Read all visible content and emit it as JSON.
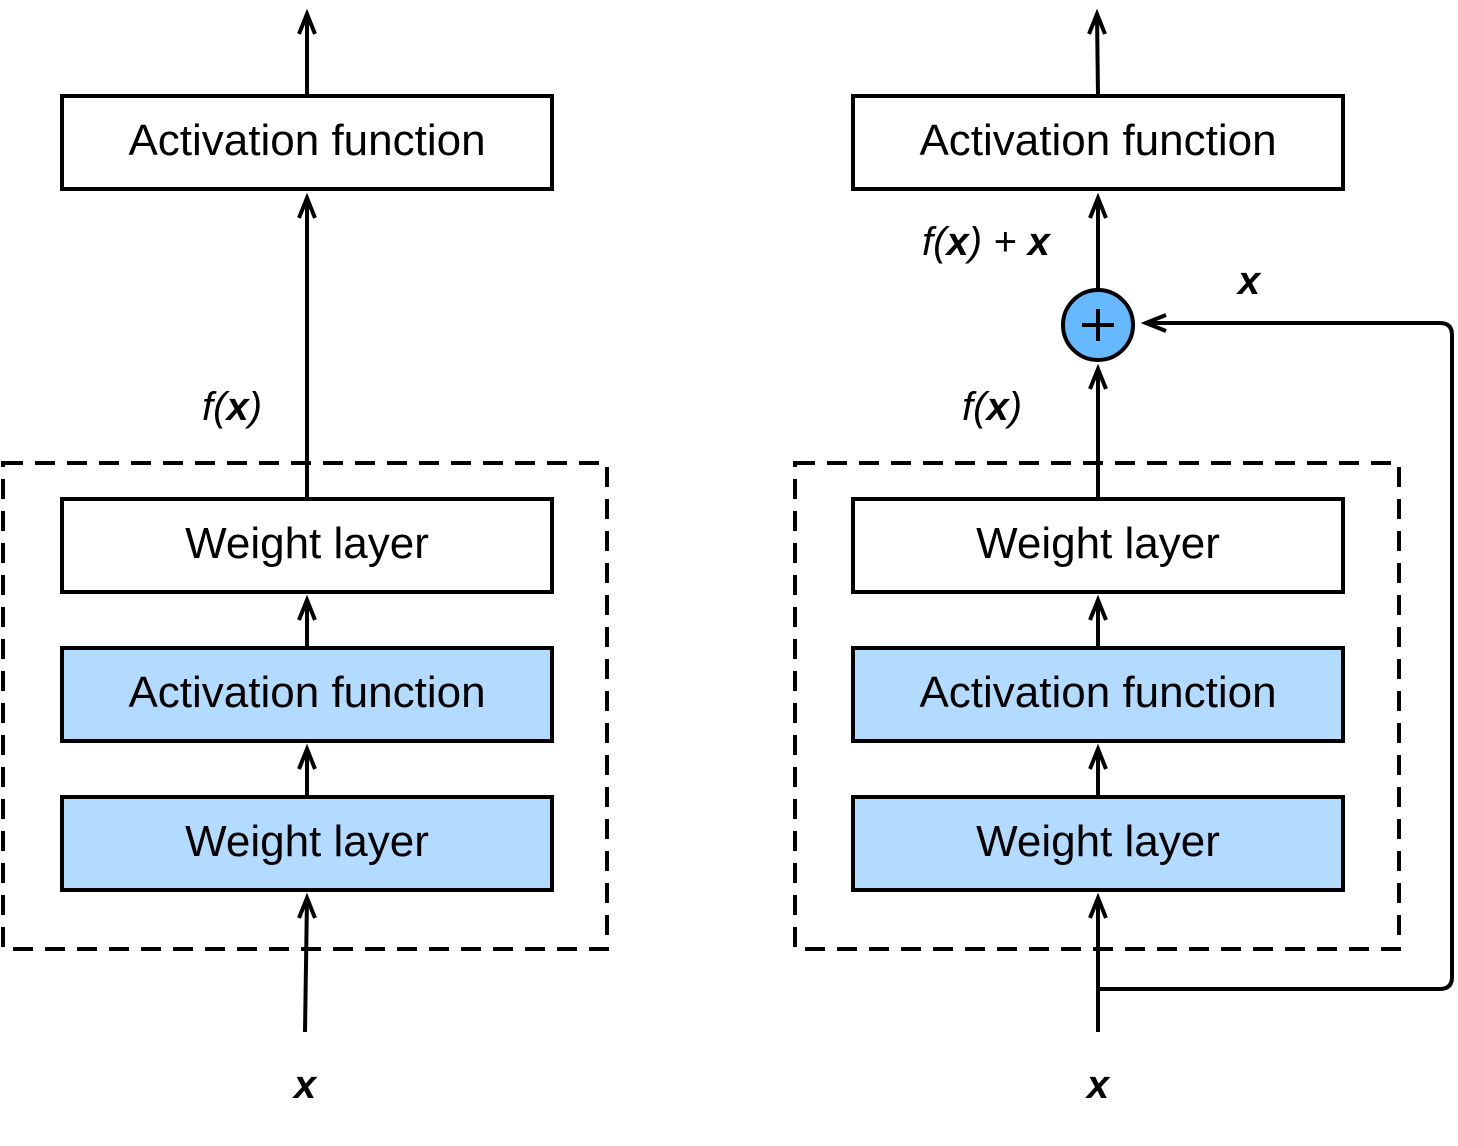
{
  "colors": {
    "highlight_fill": "#b3dbff",
    "adder_fill": "#66b8ff",
    "stroke": "#000000",
    "background": "#ffffff"
  },
  "left": {
    "top_box": "Activation function",
    "weight_upper": "Weight layer",
    "activation_inner": "Activation function",
    "weight_lower": "Weight layer",
    "fx_label": {
      "f": "f(",
      "x": "x",
      "close": ")"
    },
    "input_label": "x"
  },
  "right": {
    "top_box": "Activation function",
    "weight_upper": "Weight layer",
    "activation_inner": "Activation function",
    "weight_lower": "Weight layer",
    "fx_label": {
      "f": "f(",
      "x": "x",
      "close": ")"
    },
    "sum_label": {
      "f": "f(",
      "x1": "x",
      "close_plus": ") + ",
      "x2": "x"
    },
    "skip_label": "x",
    "adder_symbol": "+",
    "input_label": "x"
  }
}
